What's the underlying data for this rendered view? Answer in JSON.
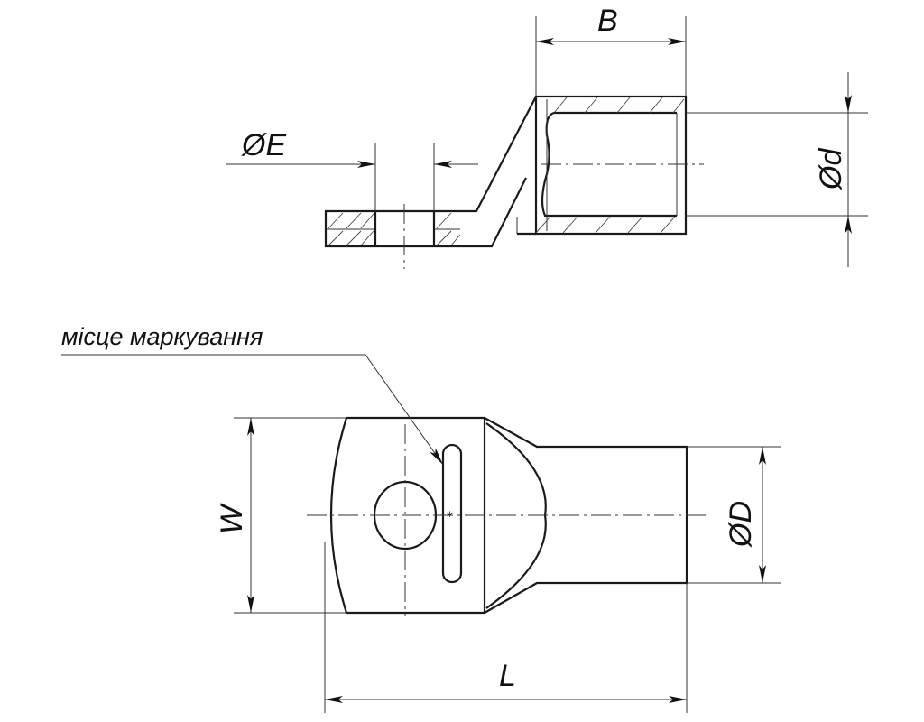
{
  "labels": {
    "B": "B",
    "E": "ØE",
    "d": "Ød",
    "W": "W",
    "D": "ØD",
    "L": "L"
  },
  "annotation": {
    "marking_place": "місце маркування"
  }
}
